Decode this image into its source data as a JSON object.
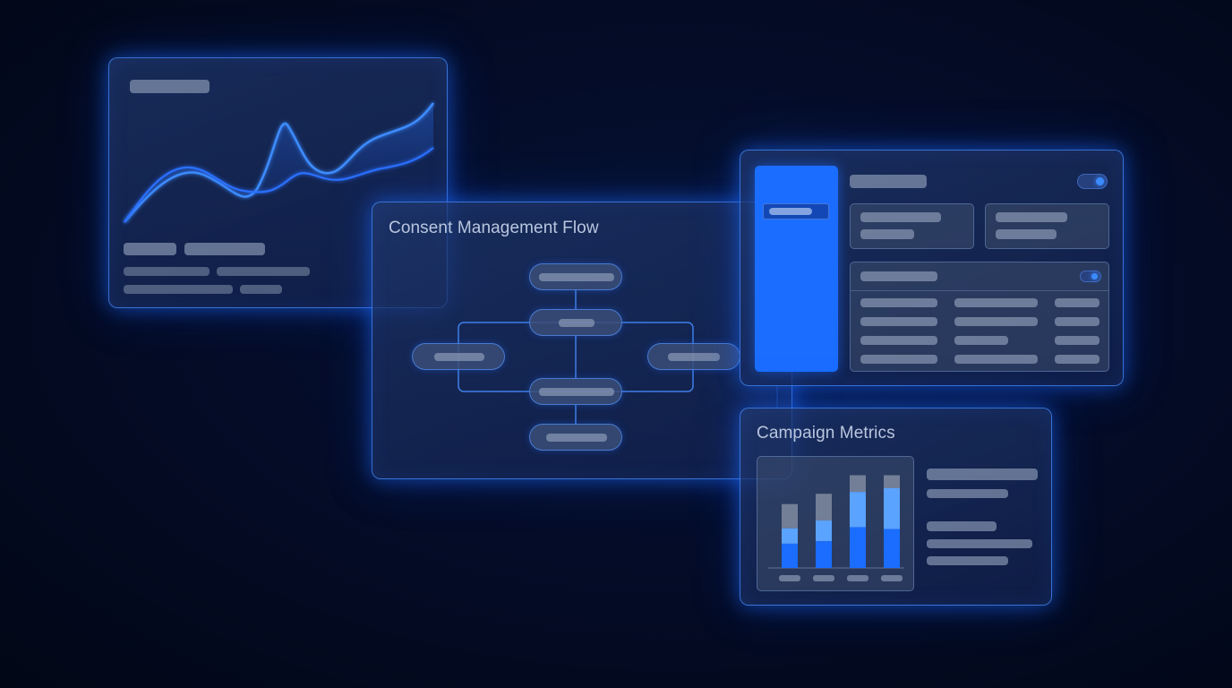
{
  "flow_panel": {
    "title": "Consent Management Flow"
  },
  "metrics_panel": {
    "title": "Campaign Metrics",
    "bars": [
      {
        "total": 0.62,
        "light": 0.24,
        "dark": 0.38
      },
      {
        "total": 0.72,
        "light": 0.28,
        "dark": 0.36
      },
      {
        "total": 0.9,
        "light": 0.38,
        "dark": 0.44
      },
      {
        "total": 0.9,
        "light": 0.44,
        "dark": 0.42
      }
    ]
  },
  "settings_panel": {
    "header_toggle_on": true,
    "table_toggle_on": true,
    "sidebar_color": "#1a6dff"
  },
  "colors": {
    "accent": "#1a6dff",
    "accent_light": "#5aa3ff",
    "panel_border": "#468cff",
    "background": "#030a24",
    "placeholder": "#96a5be"
  }
}
